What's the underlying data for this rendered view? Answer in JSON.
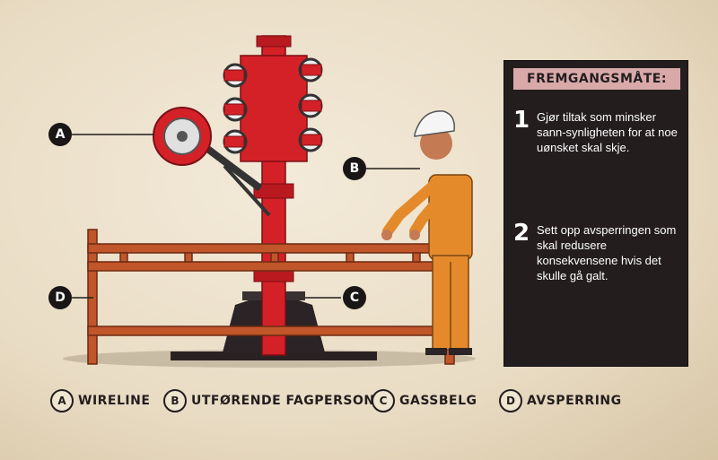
{
  "callouts": {
    "a": "A",
    "b": "B",
    "c": "C",
    "d": "D"
  },
  "panel": {
    "title": "FREMGANGSMÅTE:",
    "steps": [
      {
        "number": "1",
        "text": "Gjør tiltak som minsker sann-synligheten for at noe uønsket skal skje."
      },
      {
        "number": "2",
        "text": "Sett opp avsperringen som skal redusere konsekvensene hvis det skulle gå galt."
      }
    ]
  },
  "legend": [
    {
      "letter": "A",
      "label": "WIRELINE"
    },
    {
      "letter": "B",
      "label": "UTFØRENDE FAGPERSON"
    },
    {
      "letter": "C",
      "label": "GASSBELG"
    },
    {
      "letter": "D",
      "label": "AVSPERRING"
    }
  ],
  "colors": {
    "background": "#e9dcc4",
    "wellhead_red": "#d42127",
    "barrier_orange": "#c0562a",
    "worker_orange": "#e58a2a",
    "panel_dark": "#231d1e",
    "panel_title_bg": "#d9a9a9"
  }
}
